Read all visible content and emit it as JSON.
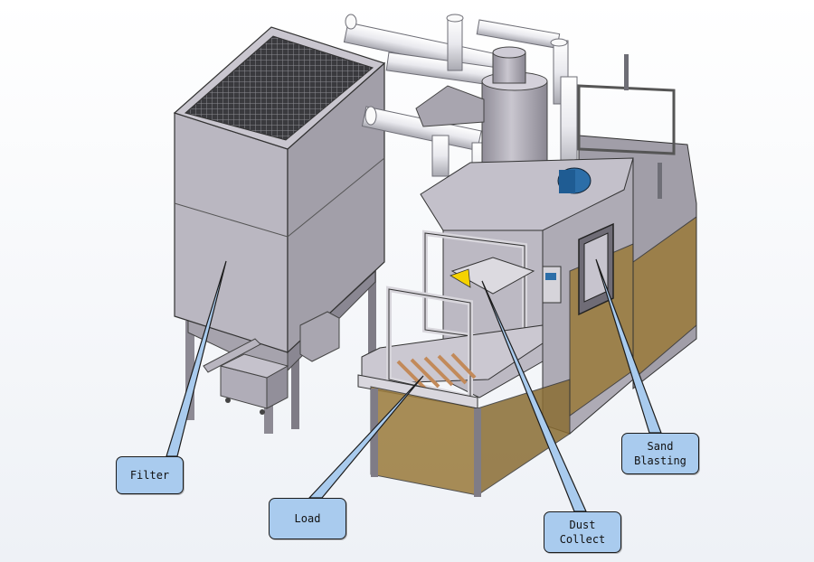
{
  "labels": {
    "filter": "Filter",
    "load": "Load",
    "dust_collect": "Dust\nCollect",
    "sand_blasting": "Sand\nBlasting"
  },
  "colors": {
    "machine_body": "#b9b6bf",
    "machine_shade": "#9f9ba6",
    "base_panel": "#9a7a3a",
    "callout_fill": "#a9cbee",
    "pipe": "#f2f2f4",
    "motor": "#2c6ea8"
  }
}
